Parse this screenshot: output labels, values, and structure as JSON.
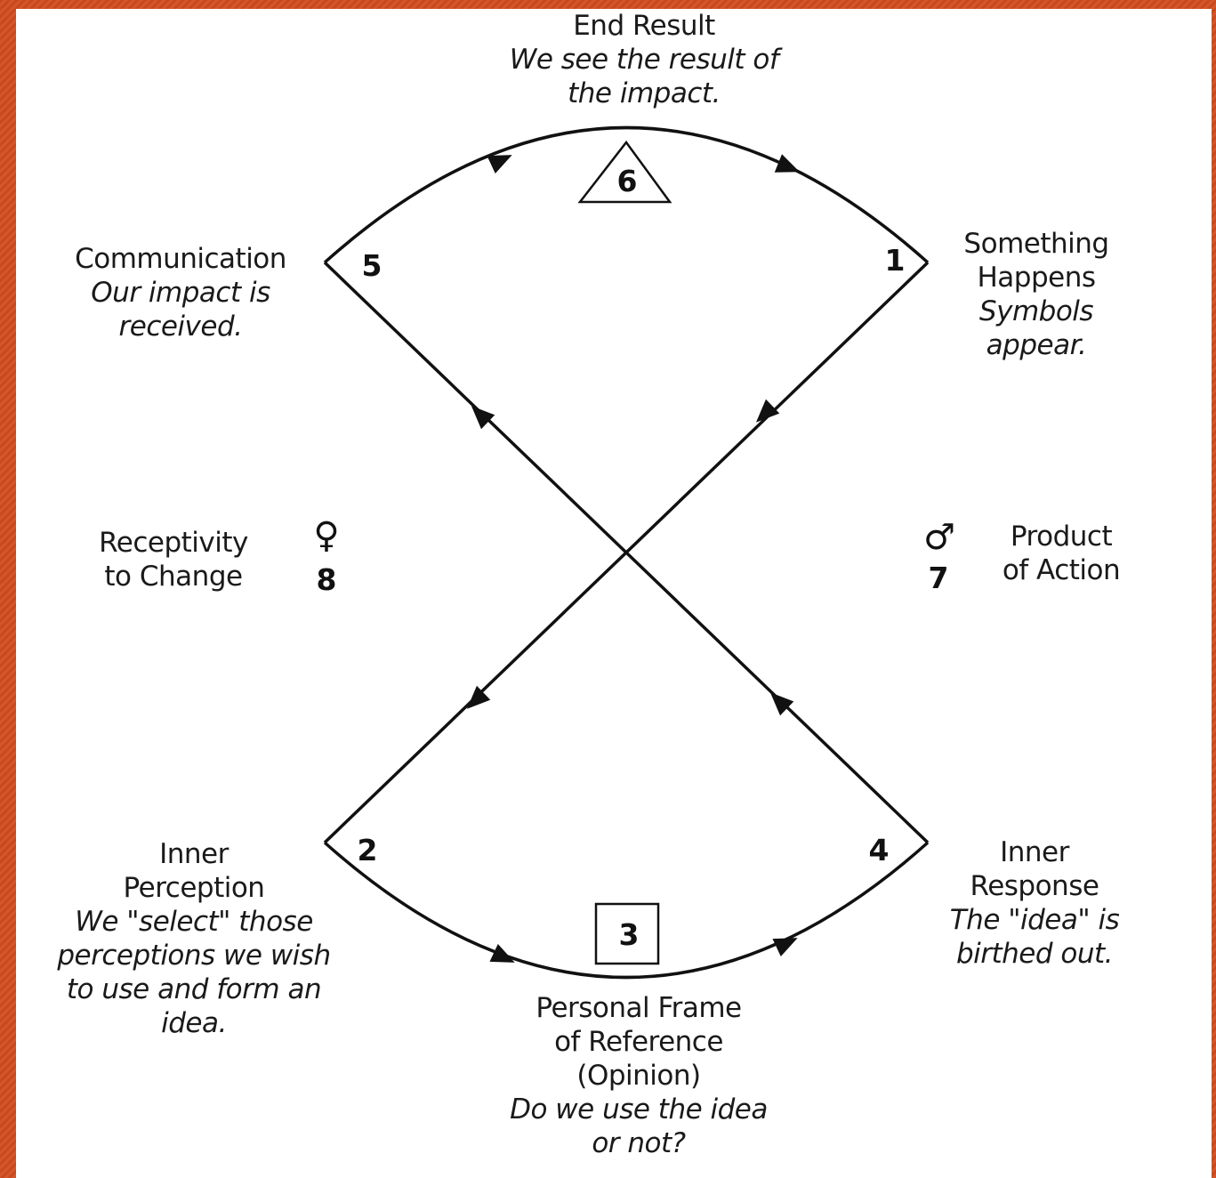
{
  "nodes": {
    "n6": {
      "number": "6",
      "title": "End Result",
      "subtitle": [
        "We see the result of",
        "the impact."
      ]
    },
    "n1": {
      "number": "1",
      "title": [
        "Something",
        "Happens"
      ],
      "subtitle": [
        "Symbols",
        "appear."
      ]
    },
    "n5": {
      "number": "5",
      "title": "Communication",
      "subtitle": [
        "Our impact is",
        "received."
      ]
    },
    "n7": {
      "number": "7",
      "symbol": "♂",
      "title": [
        "Product",
        "of Action"
      ]
    },
    "n8": {
      "number": "8",
      "symbol": "♀",
      "title": [
        "Receptivity",
        "to Change"
      ]
    },
    "n2": {
      "number": "2",
      "title": [
        "Inner",
        "Perception"
      ],
      "subtitle": [
        "We \"select\"  those",
        "perceptions we wish",
        "to use and form an",
        "idea."
      ]
    },
    "n4": {
      "number": "4",
      "title": [
        "Inner",
        "Response"
      ],
      "subtitle": [
        "The \"idea\" is",
        "birthed out."
      ]
    },
    "n3": {
      "number": "3",
      "title": [
        "Personal Frame",
        "of Reference",
        "(Opinion)"
      ],
      "subtitle": [
        "Do we use the idea",
        "or not?"
      ]
    }
  },
  "flow": [
    "1",
    "2",
    "3",
    "4",
    "5",
    "6",
    "1"
  ],
  "colors": {
    "frame": "#cc4e22",
    "line": "#111111",
    "paper": "#ffffff"
  }
}
